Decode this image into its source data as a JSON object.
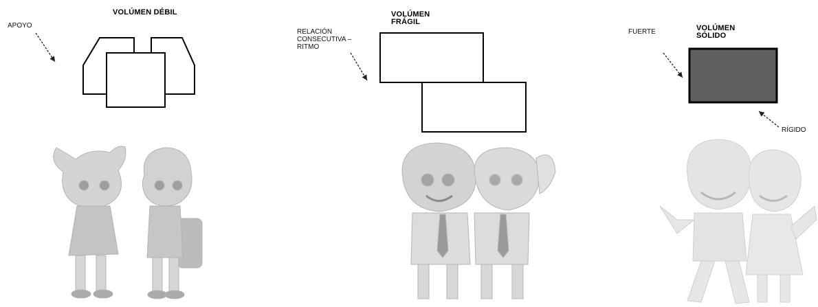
{
  "panels": [
    {
      "title": "VOLÚMEN DÉBIL",
      "annotations": [
        "APOYO"
      ]
    },
    {
      "title": "VOLÚMEN\nFRÁGIL",
      "annotations": [
        "RELACIÓN\nCONSECUTIVA –\nRITMO"
      ]
    },
    {
      "title": "VOLÚMEN\nSÓLIDO",
      "annotations": [
        "FUERTE",
        "RÍGIDO"
      ]
    }
  ],
  "colors": {
    "stroke": "#000000",
    "solid_fill": "#5f5f5f",
    "illustration": "#bdbdbd",
    "illustration_light": "#e6e6e6"
  }
}
